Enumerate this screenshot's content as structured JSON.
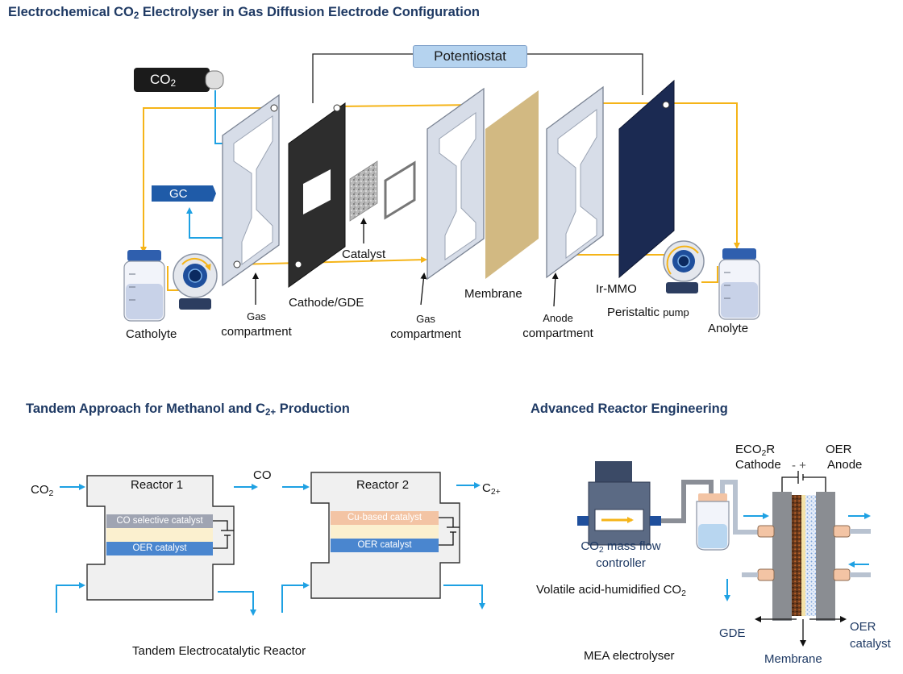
{
  "colors": {
    "title_blue": "#1f3a64",
    "arrow_blue": "#1ea1e3",
    "flow_yellow": "#f5b418",
    "navy": "#1b2a52",
    "membrane_tan": "#d2b982",
    "plate_grey": "#d7dde8",
    "oer_blue": "#4a86cf"
  },
  "top": {
    "title_pre": "Electrochemical CO",
    "title_sub": "2",
    "title_post": " Electrolyser in Gas Diffusion Electrode Configuration",
    "potentiostat": "Potentiostat",
    "co2_pre": "CO",
    "co2_sub": "2",
    "gc": "GC",
    "catalyst": "Catalyst",
    "catholyte": "Catholyte",
    "gas_compartment_1a": "Gas",
    "gas_compartment_1b": "compartment",
    "cathode_gde": "Cathode/GDE",
    "gas_compartment_2a": "Gas",
    "gas_compartment_2b": "compartment",
    "membrane": "Membrane",
    "anode_compartment_a": "Anode",
    "anode_compartment_b": "compartment",
    "ir_mmo": "Ir-MMO",
    "peristaltic": "Peristaltic",
    "pump": "pump",
    "anolyte": "Anolyte"
  },
  "tandem": {
    "title_pre": "Tandem Approach for Methanol and C",
    "title_sub": "2+",
    "title_post": " Production",
    "co2_pre": "CO",
    "co2_sub": "2",
    "co": "CO",
    "c2_pre": "C",
    "c2_sub": "2+",
    "reactor1": "Reactor 1",
    "reactor2": "Reactor 2",
    "co_catalyst": "CO selective catalyst",
    "oer_catalyst_1": "OER catalyst",
    "cu_catalyst": "Cu-based catalyst",
    "oer_catalyst_2": "OER catalyst",
    "caption": "Tandem Electrocatalytic Reactor"
  },
  "advanced": {
    "title": "Advanced Reactor Engineering",
    "eco2r_pre": "ECO",
    "eco2r_sub": "2",
    "eco2r_post": "R",
    "cathode": "Cathode",
    "minus_plus": "- +",
    "oer": "OER",
    "anode": "Anode",
    "mfc_pre": "CO",
    "mfc_sub": "2",
    "mfc_post": " mass flow",
    "mfc_line2": "controller",
    "humid_pre": "Volatile acid-humidified CO",
    "humid_sub": "2",
    "gde": "GDE",
    "oer_catalyst_a": "OER",
    "oer_catalyst_b": "catalyst",
    "membrane": "Membrane",
    "caption": "MEA electrolyser"
  }
}
